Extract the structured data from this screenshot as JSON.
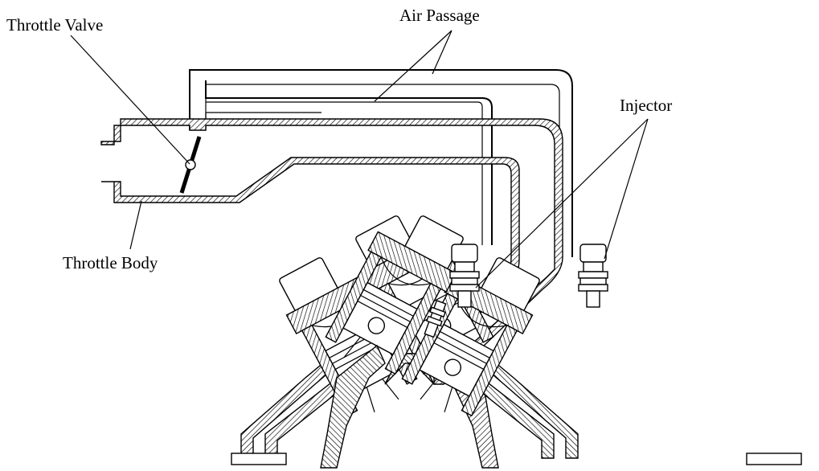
{
  "labels": {
    "throttle_valve": "Throttle Valve",
    "air_passage": "Air Passage",
    "injector": "Injector",
    "throttle_body": "Throttle Body"
  },
  "colors": {
    "line": "#000000",
    "background": "#ffffff"
  }
}
